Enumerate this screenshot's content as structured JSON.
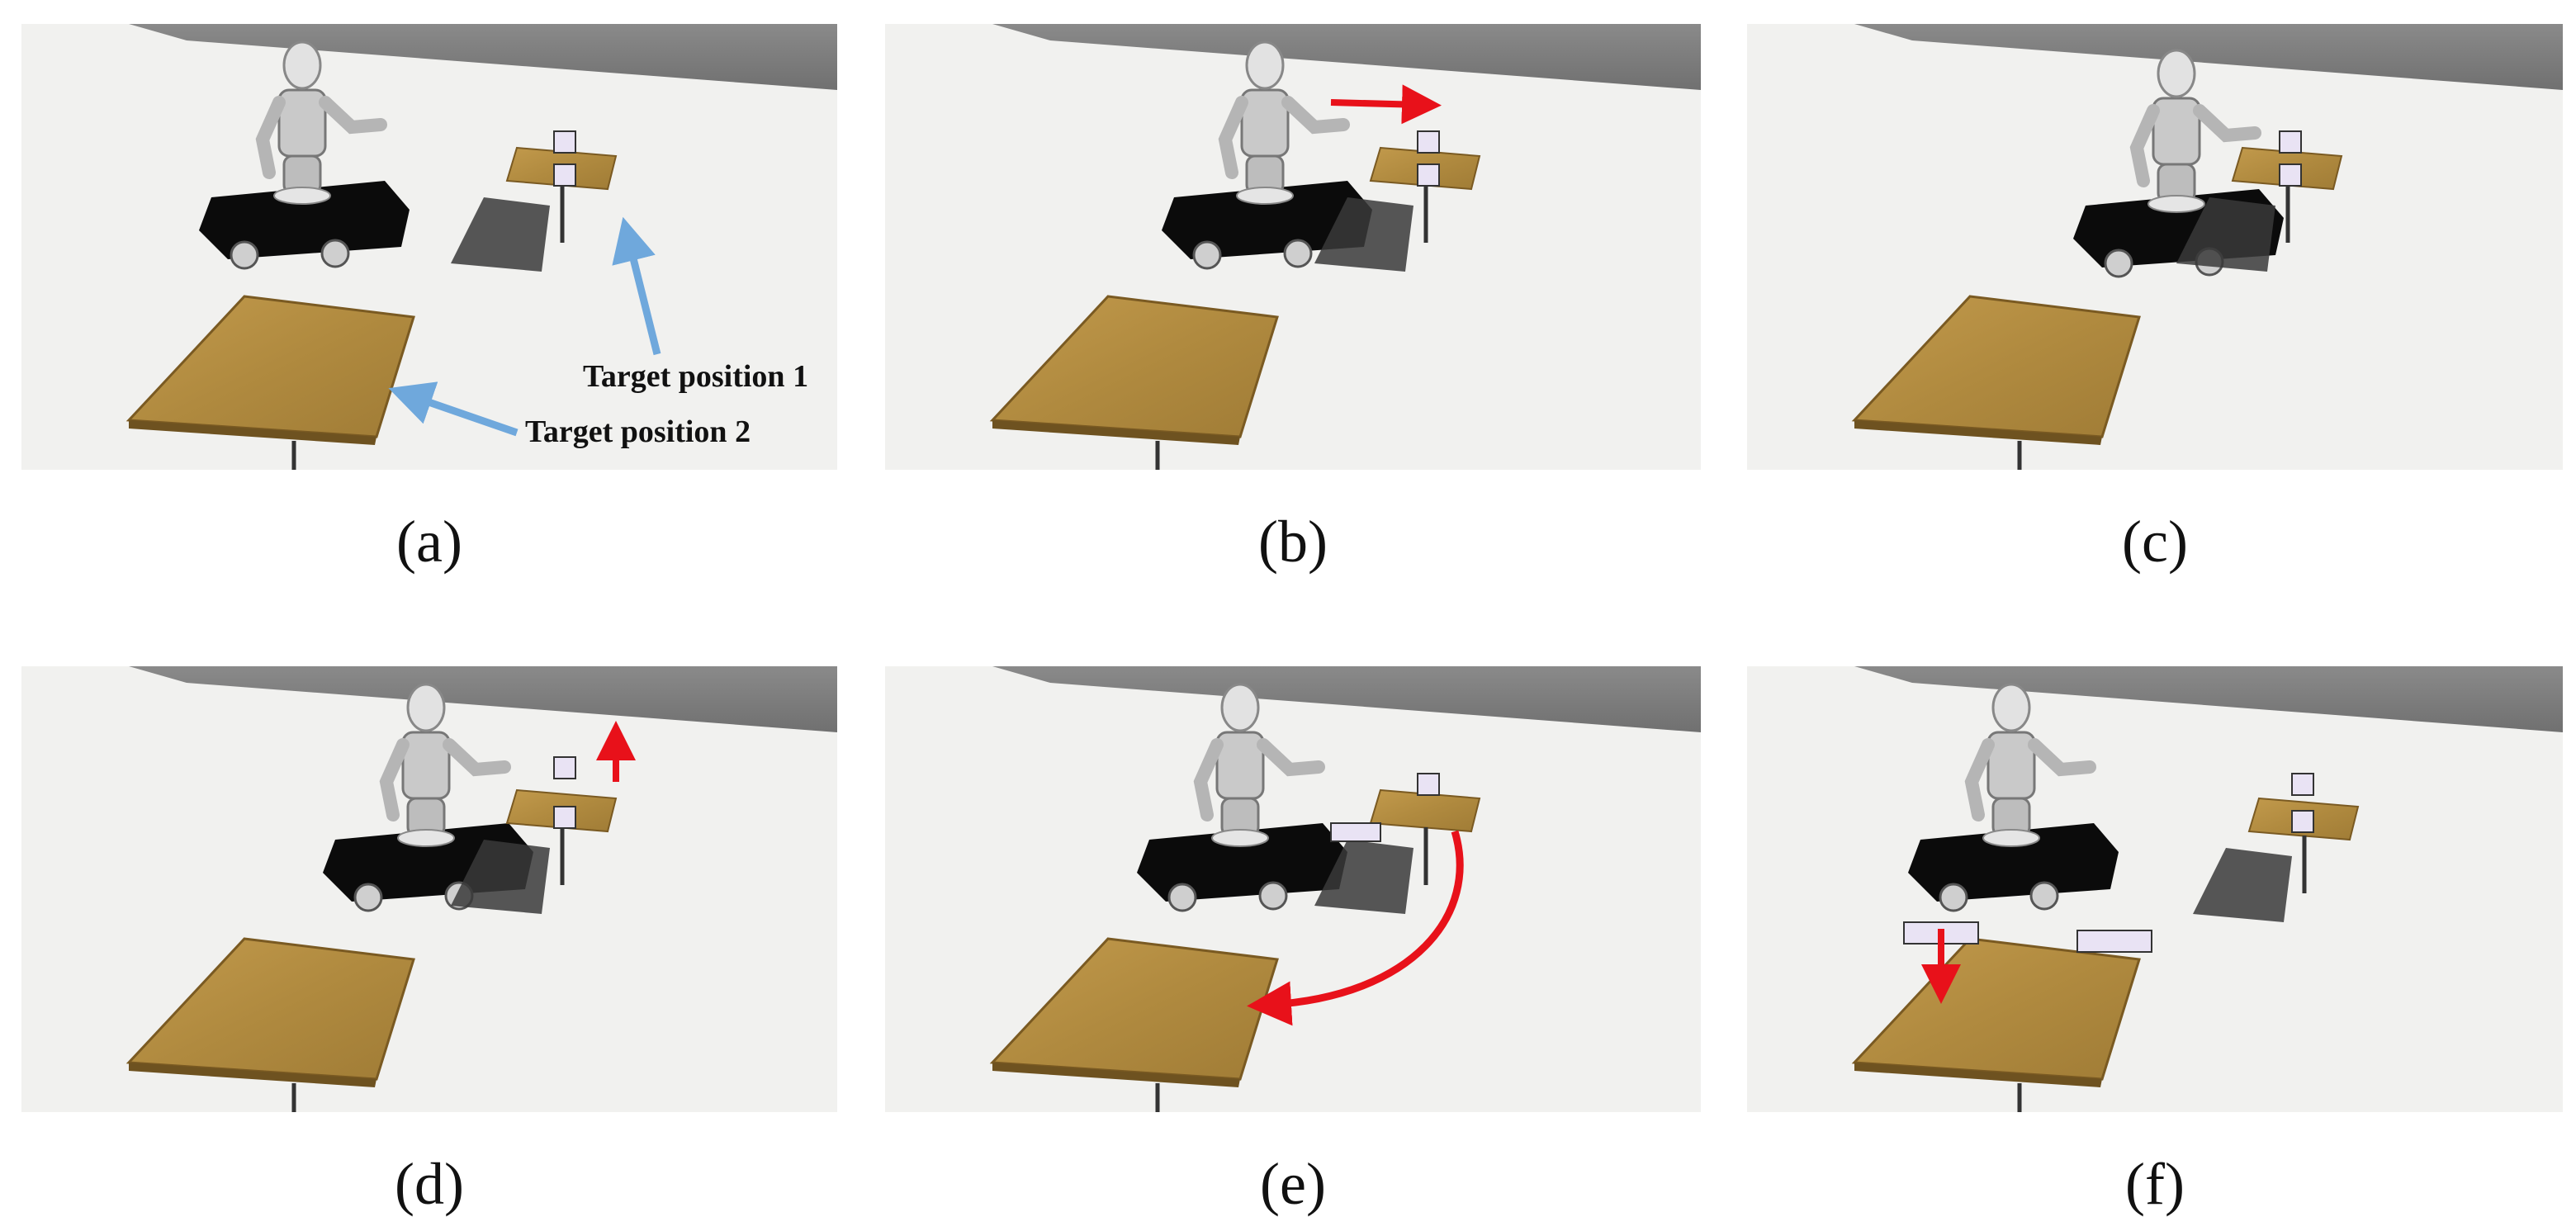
{
  "panels": [
    {
      "id": "a",
      "caption": "(a)"
    },
    {
      "id": "b",
      "caption": "(b)"
    },
    {
      "id": "c",
      "caption": "(c)"
    },
    {
      "id": "d",
      "caption": "(d)"
    },
    {
      "id": "e",
      "caption": "(e)"
    },
    {
      "id": "f",
      "caption": "(f)"
    }
  ],
  "annotations": {
    "target_position_1": "Target position 1",
    "target_position_2": "Target position 2"
  },
  "colors": {
    "floor": "#f1f1ef",
    "wall": "#7d7d7d",
    "table": "#b58f43",
    "robot_base": "#0b0b0b",
    "robot_body": "#c9c9c9",
    "blue_arrow": "#6fa8dc",
    "red_arrow": "#e8111a"
  },
  "icons": {
    "robot": "humanoid-robot-icon",
    "table": "table-icon"
  }
}
